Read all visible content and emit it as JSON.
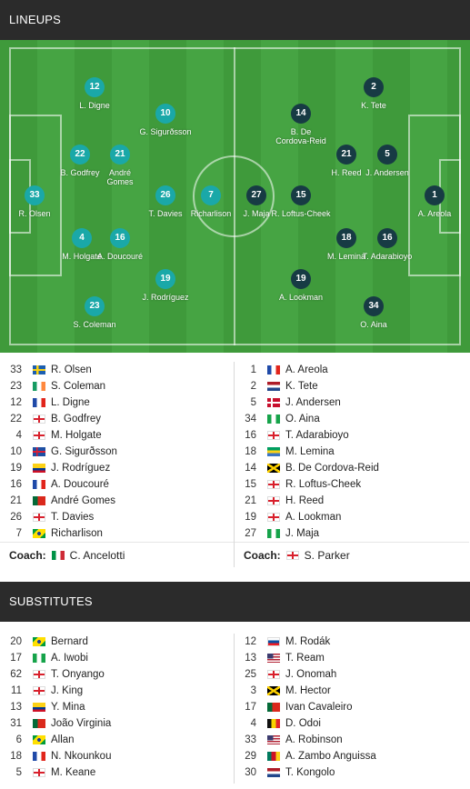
{
  "lineups": {
    "title": "LINEUPS",
    "home_players_pitch": [
      {
        "number": "33",
        "name": "R. Olsen"
      },
      {
        "number": "12",
        "name": "L. Digne"
      },
      {
        "number": "22",
        "name": "B. Godfrey"
      },
      {
        "number": "4",
        "name": "M. Holgate"
      },
      {
        "number": "23",
        "name": "S. Coleman"
      },
      {
        "number": "10",
        "name": "G. Sigurðsson"
      },
      {
        "number": "21",
        "name": "André\nGomes"
      },
      {
        "number": "16",
        "name": "A. Doucouré"
      },
      {
        "number": "19",
        "name": "J. Rodríguez"
      },
      {
        "number": "26",
        "name": "T. Davies"
      },
      {
        "number": "7",
        "name": "Richarlison"
      }
    ],
    "away_players_pitch": [
      {
        "number": "1",
        "name": "A. Areola"
      },
      {
        "number": "2",
        "name": "K. Tete"
      },
      {
        "number": "5",
        "name": "J. Andersen"
      },
      {
        "number": "16",
        "name": "T. Adarabioyo"
      },
      {
        "number": "34",
        "name": "O. Aina"
      },
      {
        "number": "14",
        "name": "B. De\nCordova-Reid"
      },
      {
        "number": "21",
        "name": "H. Reed"
      },
      {
        "number": "18",
        "name": "M. Lemina"
      },
      {
        "number": "19",
        "name": "A. Lookman"
      },
      {
        "number": "15",
        "name": "R. Loftus-Cheek"
      },
      {
        "number": "27",
        "name": "J. Maja"
      }
    ],
    "home_list": [
      {
        "number": "33",
        "flag": "sweden",
        "name": "R. Olsen"
      },
      {
        "number": "23",
        "flag": "ireland",
        "name": "S. Coleman"
      },
      {
        "number": "12",
        "flag": "france",
        "name": "L. Digne"
      },
      {
        "number": "22",
        "flag": "england",
        "name": "B. Godfrey"
      },
      {
        "number": "4",
        "flag": "england",
        "name": "M. Holgate"
      },
      {
        "number": "10",
        "flag": "iceland",
        "name": "G. Sigurðsson"
      },
      {
        "number": "19",
        "flag": "colombia",
        "name": "J. Rodríguez"
      },
      {
        "number": "16",
        "flag": "france",
        "name": "A. Doucouré"
      },
      {
        "number": "21",
        "flag": "portugal",
        "name": "André Gomes"
      },
      {
        "number": "26",
        "flag": "england",
        "name": "T. Davies"
      },
      {
        "number": "7",
        "flag": "brazil",
        "name": "Richarlison"
      }
    ],
    "away_list": [
      {
        "number": "1",
        "flag": "france",
        "name": "A. Areola"
      },
      {
        "number": "2",
        "flag": "netherlands",
        "name": "K. Tete"
      },
      {
        "number": "5",
        "flag": "denmark",
        "name": "J. Andersen"
      },
      {
        "number": "34",
        "flag": "nigeria",
        "name": "O. Aina"
      },
      {
        "number": "16",
        "flag": "england",
        "name": "T. Adarabioyo"
      },
      {
        "number": "18",
        "flag": "gabon",
        "name": "M. Lemina"
      },
      {
        "number": "14",
        "flag": "jamaica",
        "name": "B. De Cordova-Reid"
      },
      {
        "number": "15",
        "flag": "england",
        "name": "R. Loftus-Cheek"
      },
      {
        "number": "21",
        "flag": "england",
        "name": "H. Reed"
      },
      {
        "number": "19",
        "flag": "england",
        "name": "A. Lookman"
      },
      {
        "number": "27",
        "flag": "nigeria",
        "name": "J. Maja"
      }
    ],
    "home_coach": {
      "label": "Coach:",
      "flag": "italy",
      "name": "C. Ancelotti"
    },
    "away_coach": {
      "label": "Coach:",
      "flag": "england",
      "name": "S. Parker"
    }
  },
  "substitutes": {
    "title": "SUBSTITUTES",
    "home_list": [
      {
        "number": "20",
        "flag": "brazil",
        "name": "Bernard"
      },
      {
        "number": "17",
        "flag": "nigeria",
        "name": "A. Iwobi"
      },
      {
        "number": "62",
        "flag": "england",
        "name": "T. Onyango"
      },
      {
        "number": "11",
        "flag": "england",
        "name": "J. King"
      },
      {
        "number": "13",
        "flag": "colombia",
        "name": "Y. Mina"
      },
      {
        "number": "31",
        "flag": "portugal",
        "name": "João Virginia"
      },
      {
        "number": "6",
        "flag": "brazil",
        "name": "Allan"
      },
      {
        "number": "18",
        "flag": "france",
        "name": "N. Nkounkou"
      },
      {
        "number": "5",
        "flag": "england",
        "name": "M. Keane"
      }
    ],
    "away_list": [
      {
        "number": "12",
        "flag": "slovakia",
        "name": "M. Rodák"
      },
      {
        "number": "13",
        "flag": "usa",
        "name": "T. Ream"
      },
      {
        "number": "25",
        "flag": "england",
        "name": "J. Onomah"
      },
      {
        "number": "3",
        "flag": "jamaica",
        "name": "M. Hector"
      },
      {
        "number": "17",
        "flag": "portugal",
        "name": "Ivan Cavaleiro"
      },
      {
        "number": "4",
        "flag": "belgium",
        "name": "D. Odoi"
      },
      {
        "number": "33",
        "flag": "usa",
        "name": "A. Robinson"
      },
      {
        "number": "29",
        "flag": "cameroon",
        "name": "A. Zambo Anguissa"
      },
      {
        "number": "30",
        "flag": "netherlands",
        "name": "T. Kongolo"
      }
    ]
  }
}
